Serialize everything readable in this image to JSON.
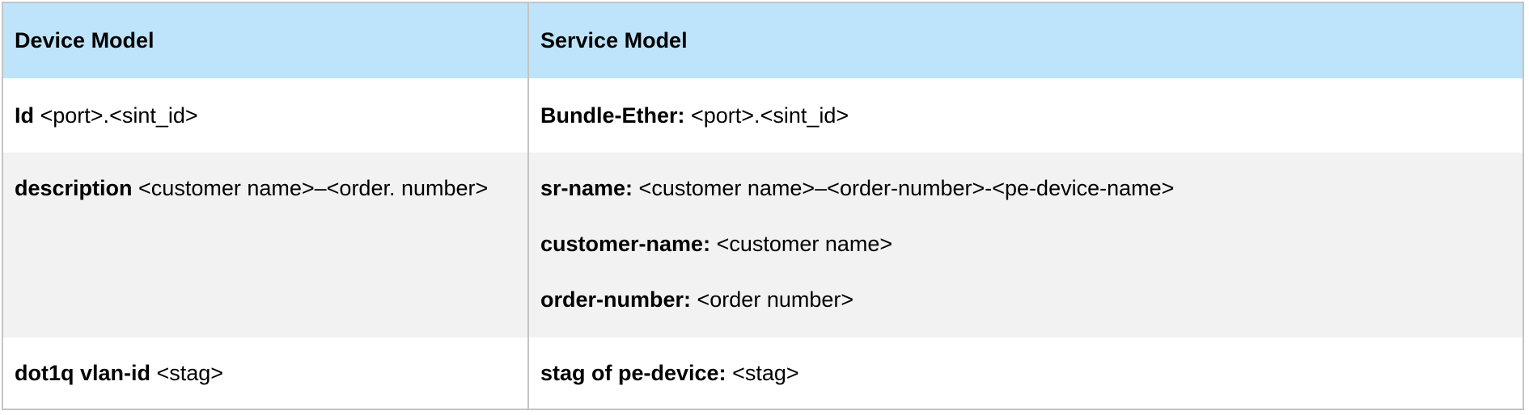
{
  "header": {
    "device_model": "Device Model",
    "service_model": "Service Model"
  },
  "rows": [
    {
      "device": {
        "key": "Id",
        "value": " <port>.<sint_id>"
      },
      "service": [
        {
          "key": "Bundle-Ether:",
          "value": " <port>.<sint_id>"
        }
      ]
    },
    {
      "device": {
        "key": "description",
        "value": " <customer name>–<order. number>"
      },
      "service": [
        {
          "key": "sr-name:",
          "value": " <customer name>–<order-number>-<pe-device-name>"
        },
        {
          "key": "customer-name:",
          "value": " <customer name>"
        },
        {
          "key": "order-number:",
          "value": " <order number>"
        }
      ]
    },
    {
      "device": {
        "key": "dot1q vlan-id",
        "value": " <stag>"
      },
      "service": [
        {
          "key": "stag of pe-device:",
          "value": " <stag>"
        }
      ]
    }
  ],
  "colors": {
    "header_bg": "#bde4fb",
    "alt_row_bg": "#f2f2f2",
    "border": "#c4c4c4"
  }
}
